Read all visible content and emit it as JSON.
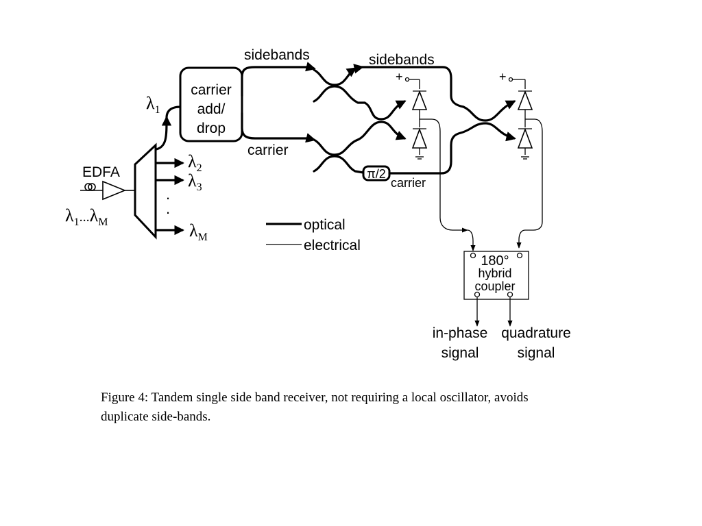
{
  "labels": {
    "sidebands_top": "sidebands",
    "sidebands_right": "sidebands",
    "carrier_main": "carrier",
    "carrier_small": "carrier",
    "box_line1": "carrier",
    "box_line2": "add/",
    "box_line3": "drop",
    "edfa": "EDFA",
    "lambda": "λ",
    "sub_1": "1",
    "sub_2": "2",
    "sub_3": "3",
    "sub_M": "M",
    "dots": "...",
    "phase_shifter": "π/2",
    "plus": "+",
    "legend_optical": "optical",
    "legend_electrical": "electrical",
    "hybrid_line1": "180°",
    "hybrid_line2": "hybrid",
    "hybrid_line3": "coupler",
    "out_inphase_1": "in-phase",
    "out_inphase_2": "signal",
    "out_quad_1": "quadrature",
    "out_quad_2": "signal"
  },
  "caption": "Figure 4: Tandem single side band receiver, not requiring a local oscillator, avoids duplicate side-bands."
}
